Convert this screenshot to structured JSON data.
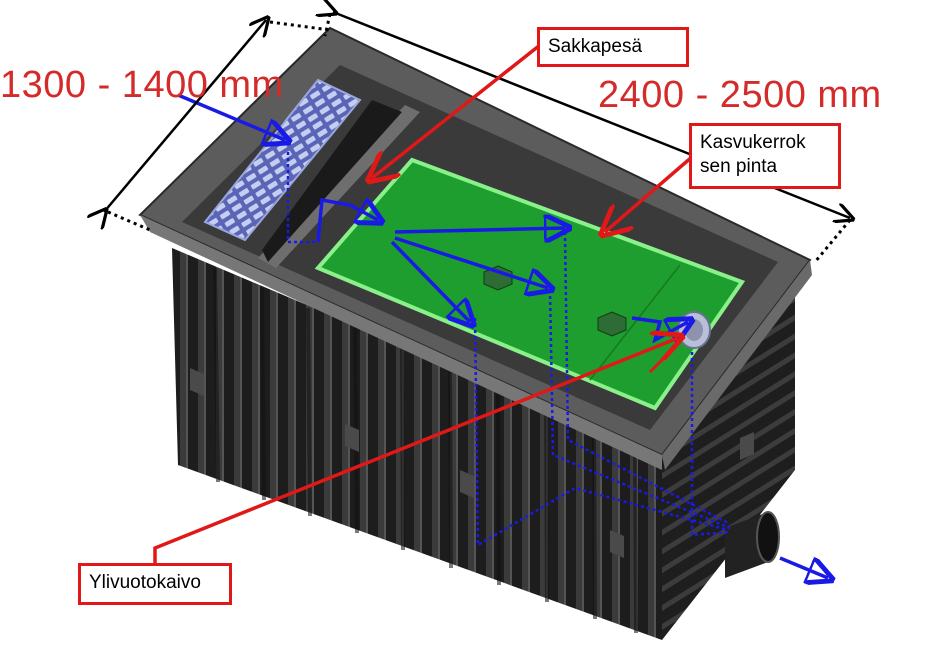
{
  "dimensions": {
    "width_label": "1300 - 1400 mm",
    "length_label": "2400 - 2500 mm"
  },
  "callouts": {
    "sediment_basin": "Sakkapesä",
    "growth_layer_surface_line1": "Kasvukerrok",
    "growth_layer_surface_line2": "sen pinta",
    "overflow_well": "Ylivuotokaivo"
  },
  "colors": {
    "label_red": "#e01818",
    "dimension_red": "#d42a2a",
    "flow_blue": "#1a1ae6",
    "basin_body": "#2b2b2b",
    "growth_layer_green": "#1e9e2e",
    "grate_blue": "#a9b4e8"
  }
}
